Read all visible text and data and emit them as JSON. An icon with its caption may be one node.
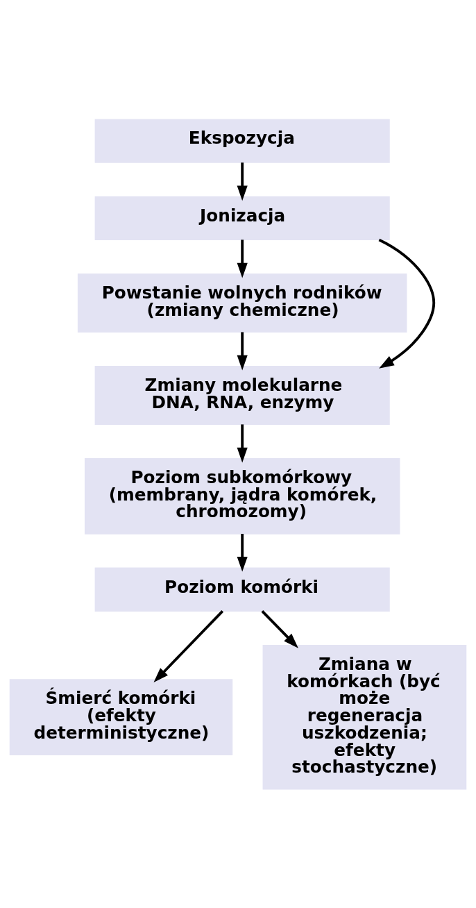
{
  "diagram": {
    "nodes": [
      {
        "text": [
          "Ekspozycja"
        ]
      },
      {
        "text": [
          "Jonizacja"
        ]
      },
      {
        "text": [
          "Powstanie wolnych rodników (zmiany chemiczne)"
        ]
      },
      {
        "text": [
          "Zmiany molekularne DNA, RNA, enzymy"
        ]
      },
      {
        "text": [
          "Poziom subkomórkowy (membrany, jądra komórek, chromozomy)"
        ]
      },
      {
        "text": [
          "Poziom komórki"
        ]
      },
      {
        "text": [
          "Śmierć komórki (efekty deterministyczne)"
        ]
      },
      {
        "text": [
          "Zmiana w komórkach (być może regeneracja uszkodzenia; efekty stochastyczne)"
        ]
      }
    ],
    "edges": [
      {
        "from": 0,
        "to": 1,
        "arrow": "to"
      },
      {
        "from": 1,
        "to": 2,
        "arrow": "to"
      },
      {
        "from": 2,
        "to": 3,
        "arrow": "to"
      },
      {
        "from": 1,
        "to": 3,
        "arrow": "to"
      },
      {
        "from": 3,
        "to": 4,
        "arrow": "to"
      },
      {
        "from": 4,
        "to": 5,
        "arrow": "to"
      },
      {
        "from": 5,
        "to": 6,
        "arrow": "to"
      },
      {
        "from": 5,
        "to": 7,
        "arrow": "to"
      }
    ]
  }
}
